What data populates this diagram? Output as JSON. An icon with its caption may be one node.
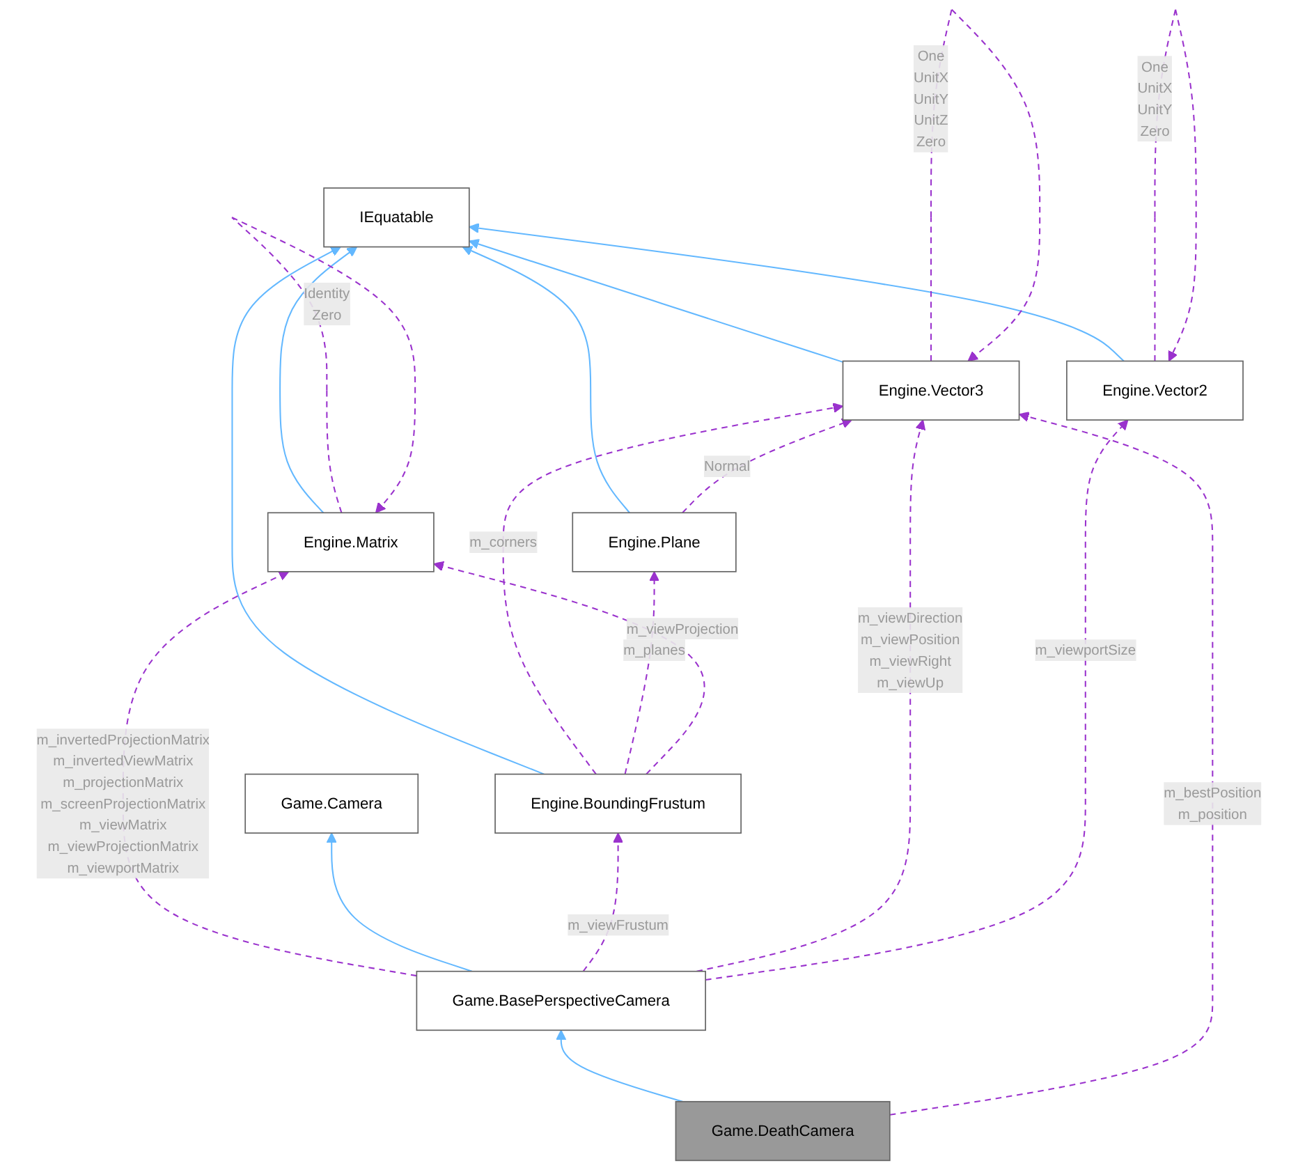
{
  "diagram": {
    "nodes": [
      {
        "text": [
          "IEquatable"
        ]
      },
      {
        "text": [
          "Engine.Vector3"
        ]
      },
      {
        "text": [
          "Engine.Vector2"
        ]
      },
      {
        "text": [
          "Engine.Matrix"
        ]
      },
      {
        "text": [
          "Engine.Plane"
        ]
      },
      {
        "text": [
          "Game.Camera"
        ]
      },
      {
        "text": [
          "Engine.BoundingFrustum"
        ]
      },
      {
        "text": [
          "Game.BasePerspectiveCamera"
        ]
      },
      {
        "text": [
          "Game.DeathCamera"
        ]
      }
    ],
    "edges": [
      {
        "from": 3,
        "to": 0,
        "arrow": "to",
        "color": "#63b8ff"
      },
      {
        "from": 6,
        "to": 0,
        "arrow": "to",
        "color": "#63b8ff"
      },
      {
        "from": 4,
        "to": 0,
        "arrow": "to",
        "color": "#63b8ff"
      },
      {
        "from": 1,
        "to": 0,
        "arrow": "to",
        "color": "#63b8ff"
      },
      {
        "from": 2,
        "to": 0,
        "arrow": "to",
        "color": "#63b8ff"
      },
      {
        "from": 1,
        "to": 1,
        "arrow": "to",
        "style": "dashed",
        "label": "One UnitX UnitY UnitZ Zero"
      },
      {
        "from": 2,
        "to": 2,
        "arrow": "to",
        "style": "dashed",
        "label": "One UnitX UnitY Zero"
      },
      {
        "from": 3,
        "to": 3,
        "arrow": "to",
        "style": "dashed",
        "label": "Identity Zero"
      },
      {
        "from": 4,
        "to": 1,
        "arrow": "to",
        "style": "dashed",
        "label": "Normal"
      },
      {
        "from": 6,
        "to": 1,
        "arrow": "to",
        "style": "dashed",
        "label": "m_corners"
      },
      {
        "from": 6,
        "to": 4,
        "arrow": "to",
        "style": "dashed",
        "label": "m_planes"
      },
      {
        "from": 6,
        "to": 3,
        "arrow": "to",
        "style": "dashed",
        "label": "m_viewProjection"
      },
      {
        "from": 7,
        "to": 3,
        "arrow": "to",
        "style": "dashed",
        "label": "m_invertedProjectionMatrix m_invertedViewMatrix m_projectionMatrix m_screenProjectionMatrix m_viewMatrix m_viewProjectionMatrix m_viewportMatrix"
      },
      {
        "from": 7,
        "to": 5,
        "arrow": "to",
        "color": "#63b8ff"
      },
      {
        "from": 7,
        "to": 6,
        "arrow": "to",
        "style": "dashed",
        "label": "m_viewFrustum"
      },
      {
        "from": 7,
        "to": 1,
        "arrow": "to",
        "style": "dashed",
        "label": "m_viewDirection m_viewPosition m_viewRight m_viewUp"
      },
      {
        "from": 7,
        "to": 2,
        "arrow": "to",
        "style": "dashed",
        "label": "m_viewportSize"
      },
      {
        "from": 8,
        "to": 7,
        "arrow": "to",
        "color": "#63b8ff"
      },
      {
        "from": 8,
        "to": 1,
        "arrow": "to",
        "style": "dashed",
        "label": "m_bestPosition m_position"
      }
    ]
  }
}
